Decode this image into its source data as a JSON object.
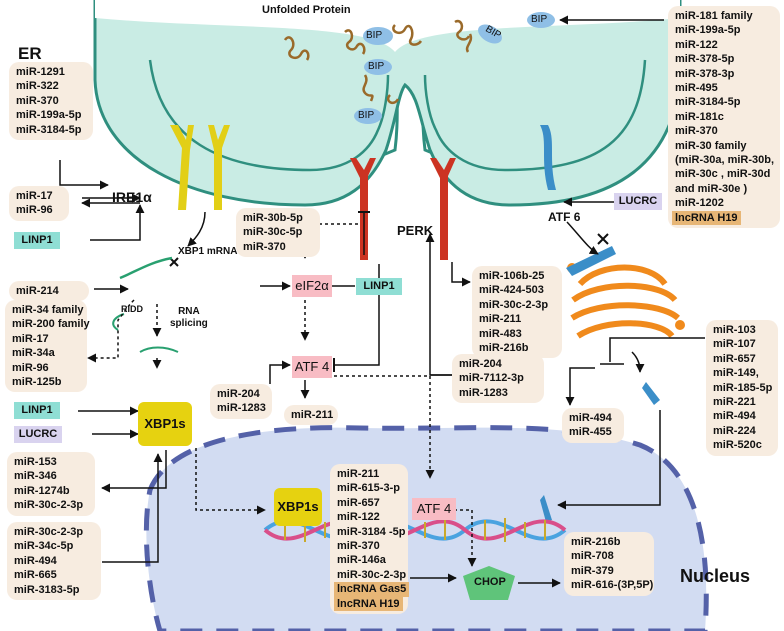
{
  "labels": {
    "er": "ER",
    "unfolded_protein": "Unfolded Protein",
    "bip": "BIP",
    "ire1a": "IRE1α",
    "perk": "PERK",
    "atf6": "ATF 6",
    "xbp1_mrna": "XBP1 mRNA",
    "ridd": "RIDD",
    "rna_splicing": [
      "RNA",
      "splicing"
    ],
    "nucleus": "Nucleus",
    "eif2a": "eIF2α",
    "atf4": "ATF 4",
    "atf4_nucleus": "ATF 4",
    "xbp1s": "XBP1s",
    "xbp1s_nucleus": "XBP1s",
    "chop": "CHOP",
    "linp1": "LINP1",
    "lucrc": "LUCRC"
  },
  "mirna_boxes": {
    "ire1_regulators": [
      "miR-1291",
      "miR-322",
      "miR-370",
      "miR-199a-5p",
      "miR-3184-5p"
    ],
    "ire1_mutual": [
      "miR-17",
      "miR-96"
    ],
    "xbp1_mrna_regulator": [
      "miR-214"
    ],
    "ridd_targets": [
      "miR-34 family",
      "miR-200 family",
      "miR-17",
      "miR-34a",
      "miR-96",
      "miR-125b"
    ],
    "xbp1s_targets": [
      "miR-153",
      "miR-346",
      "miR-1274b",
      "miR-30c-2-3p"
    ],
    "xbp1s_regulators": [
      "miR-30c-2-3p",
      "miR-34c-5p",
      "miR-494",
      "miR-665",
      "miR-3183-5p"
    ],
    "eif2a_regulators": [
      "miR-30b-5p",
      "miR-30c-5p",
      "miR-370"
    ],
    "atf4_regulators": [
      "miR-204",
      "miR-1283"
    ],
    "atf4_target": [
      "miR-211"
    ],
    "perk_targets": [
      "miR-106b-25",
      "miR-424-503",
      "miR-30c-2-3p",
      "miR-211",
      "miR-483",
      "miR-216b"
    ],
    "perk_regulators": [
      "miR-204",
      "miR-7112-3p",
      "miR-1283"
    ],
    "bip_regulators": [
      "miR-181 family",
      "miR-199a-5p",
      "miR-122",
      "miR-378-5p",
      "miR-378-3p",
      "miR-495",
      "miR-3184-5p",
      "miR-181c",
      "miR-370",
      "miR-30 family",
      "(miR-30a, miR-30b,",
      "miR-30c , miR-30d",
      "and miR-30e )",
      "miR-1202"
    ],
    "bip_lncrna": "lncRNA H19",
    "atf6_regulators": [
      "miR-103",
      "miR-107",
      "miR-657",
      "miR-149,",
      "miR-185-5p",
      "miR-221",
      "miR-494",
      "miR-224",
      "miR-520c"
    ],
    "atf6_targets": [
      "miR-494",
      "miR-455"
    ],
    "chop_regulators": [
      "miR-211",
      "miR-615-3-p",
      "miR-657",
      "miR-122",
      "miR-3184 -5p",
      "miR-370",
      "miR-146a",
      "miR-30c-2-3p"
    ],
    "chop_lncrnas": [
      "lncRNA Gas5",
      "lncRNA H19"
    ],
    "chop_targets": [
      "miR-216b",
      "miR-708",
      "miR-379",
      "miR-616-(3P,5P)"
    ]
  },
  "colors": {
    "er_fill": "#c9ece4",
    "er_stroke": "#2f8f7f",
    "nucleus_fill": "#d2dcf2",
    "nucleus_dash": "#5461a8",
    "ire1": "#e2cf16",
    "perk": "#cc3322",
    "atf6": "#3b8ec8",
    "golgi": "#f08a1c",
    "chop": "#5fc47a"
  }
}
